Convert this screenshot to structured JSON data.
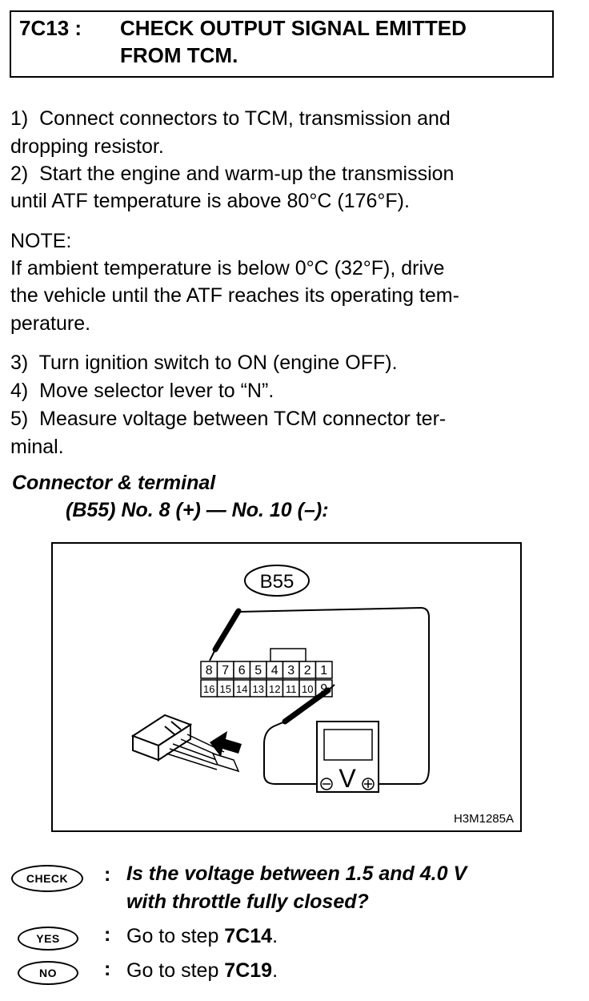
{
  "header": {
    "step_code": "7C13 :",
    "title_line1": "CHECK OUTPUT SIGNAL EMITTED",
    "title_line2": "FROM TCM."
  },
  "steps": {
    "line1": "1)  Connect connectors to TCM, transmission and",
    "line2": "dropping resistor.",
    "line3": "2)  Start the engine and warm-up the transmission",
    "line4": "until ATF temperature is above 80°C (176°F)."
  },
  "note": {
    "label": "NOTE:",
    "line1": "If ambient temperature is below 0°C (32°F), drive",
    "line2": "the vehicle until the ATF reaches its operating tem-",
    "line3": "perature."
  },
  "steps2": {
    "line1": "3)  Turn ignition switch to ON (engine OFF).",
    "line2": "4)  Move selector lever to “N”.",
    "line3": "5)  Measure voltage between TCM connector ter-",
    "line4": "minal."
  },
  "connector": {
    "heading": "Connector & terminal",
    "spec": "(B55) No. 8 (+) — No. 10 (–):"
  },
  "figure": {
    "connector_label": "B55",
    "terminals_top": [
      "8",
      "7",
      "6",
      "5",
      "4",
      "3",
      "2",
      "1"
    ],
    "terminals_bottom": [
      "16",
      "15",
      "14",
      "13",
      "12",
      "11",
      "10",
      "9"
    ],
    "meter_symbol": "V",
    "figure_id": "H3M1285A"
  },
  "check": {
    "badge": "CHECK",
    "colon": ":",
    "question_line1": "Is the voltage between 1.5 and 4.0 V",
    "question_line2": "with throttle fully closed?"
  },
  "yes": {
    "badge": "YES",
    "colon": ":",
    "text": "Go to step ",
    "target": "7C14",
    "end": "."
  },
  "no": {
    "badge": "NO",
    "colon": ":",
    "text": "Go to step ",
    "target": "7C19",
    "end": "."
  }
}
